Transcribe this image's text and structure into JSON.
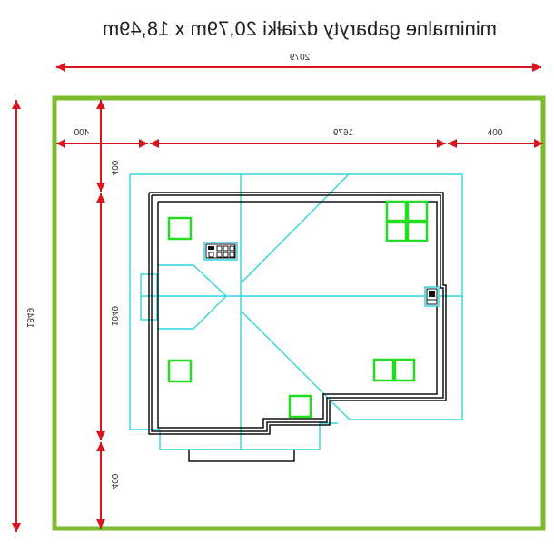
{
  "title": "minimalne gabaryty działki   20,79m x 18,49m",
  "dimensions": {
    "total_width": "2079",
    "left_setback": "400",
    "house_width": "1679",
    "right_setback": "400",
    "total_height": "1849",
    "top_setback": "400",
    "house_height": "1049",
    "bottom_setback": "400"
  },
  "colors": {
    "plot_boundary": "#7dbb2e",
    "dimension_lines": "#d8141c",
    "roof_outline": "#33d6dd",
    "windows": "#22dd22",
    "walls": "#111111"
  }
}
